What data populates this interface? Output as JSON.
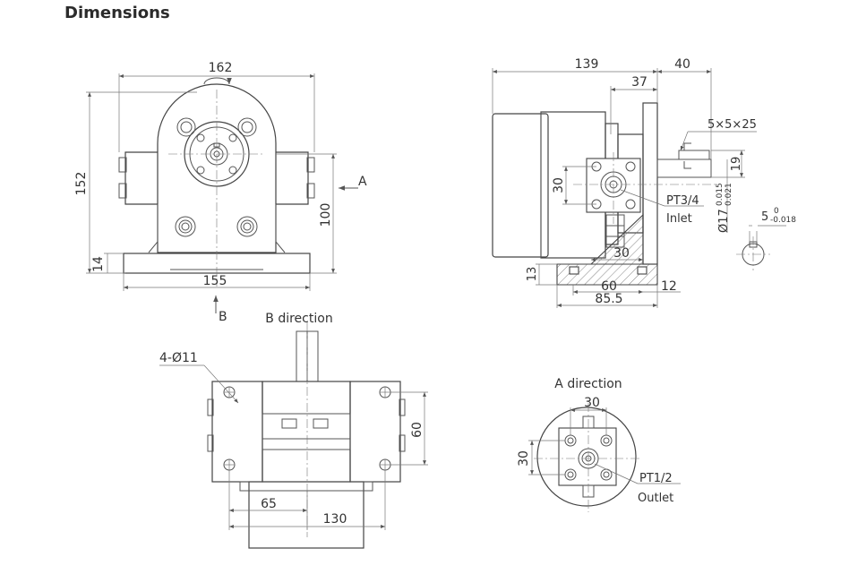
{
  "title": "Dimensions",
  "front_view": {
    "width_top": "162",
    "height_total": "152",
    "base_height": "14",
    "base_width": "155",
    "center_height": "100",
    "arrow_a": "A",
    "arrow_b": "B"
  },
  "side_view": {
    "length": "139",
    "shaft_length": "40",
    "flange_offset": "37",
    "key_spec": "5×5×25",
    "key_height": "19",
    "port_spacing": "30",
    "port_label": "PT3/4",
    "port_name": "Inlet",
    "shaft_diameter": "Ø17",
    "shaft_tol_upper": "0.015",
    "shaft_tol_lower": "0.021",
    "key_width": "5",
    "key_tol_upper": "0",
    "key_tol_lower": "-0.018",
    "foot_thickness": "13",
    "bracket_30": "30",
    "foot_60": "60",
    "foot_12": "12",
    "foot_85": "85.5"
  },
  "b_view": {
    "heading": "B direction",
    "hole_spec": "4-Ø11",
    "hole_spacing_v": "60",
    "spacing_65": "65",
    "spacing_130": "130"
  },
  "a_view": {
    "heading": "A direction",
    "spacing_h": "30",
    "spacing_v": "30",
    "port_label": "PT1/2",
    "port_name": "Outlet"
  }
}
